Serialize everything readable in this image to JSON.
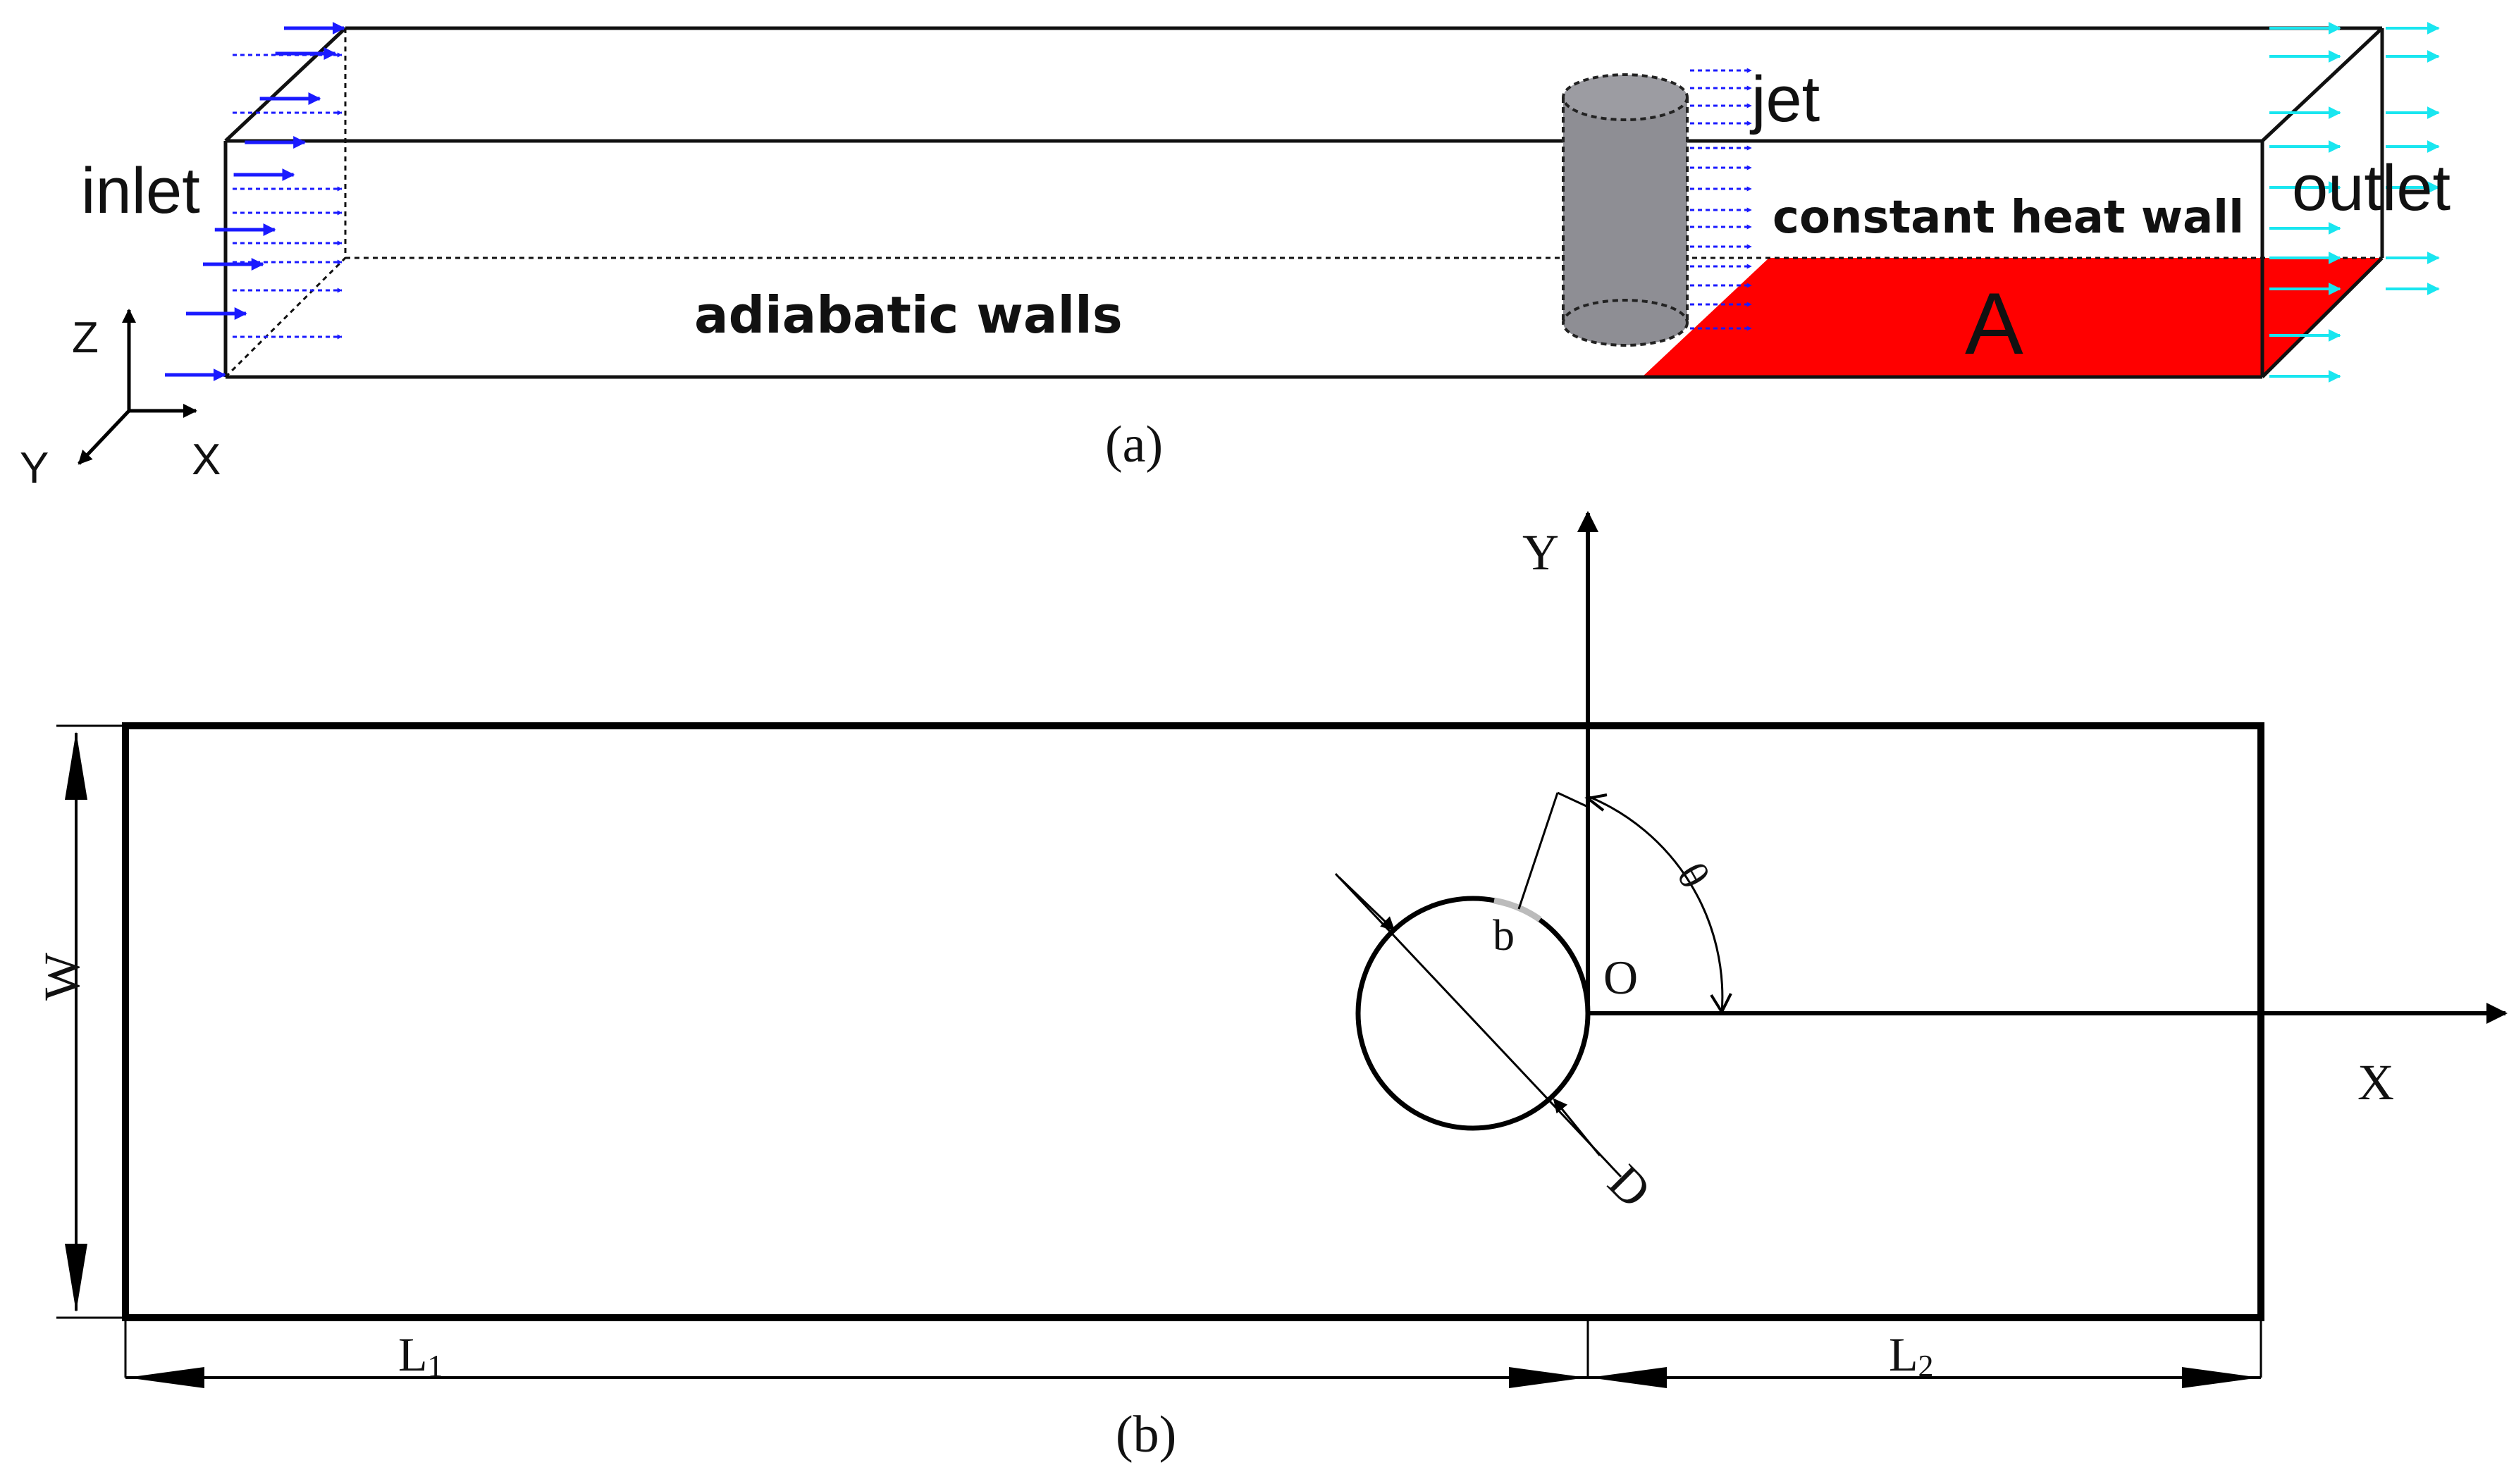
{
  "panel_a": {
    "caption": "(a)",
    "inlet_label": "inlet",
    "outlet_label": "outlet",
    "jet_label": "jet",
    "heat_wall_label": "constant heat wall",
    "adiabatic_label": "adiabatic walls",
    "region_label": "A",
    "axis_z": "Z",
    "axis_x": "X",
    "axis_y": "Y",
    "colors": {
      "inlet_arrow": "#1a1aff",
      "outlet_arrow": "#19e6f0",
      "heated_region": "#ff0000",
      "cylinder": "#8e8e94"
    }
  },
  "panel_b": {
    "caption": "(b)",
    "axis_y": "Y",
    "axis_x": "X",
    "origin": "O",
    "width_label": "W",
    "diameter_label": "D",
    "slot_label": "b",
    "angle_label": "θ",
    "length1_main": "L",
    "length1_sub": "1",
    "length2_main": "L",
    "length2_sub": "2"
  }
}
